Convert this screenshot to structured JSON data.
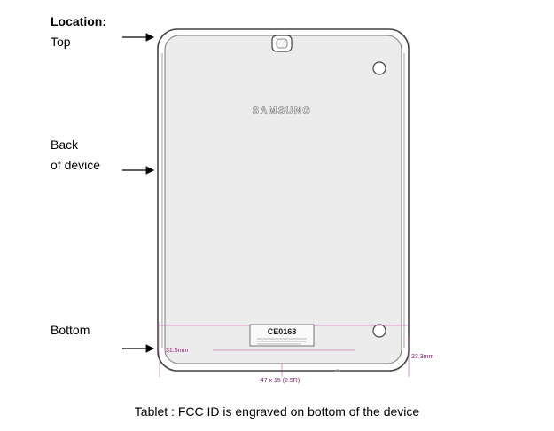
{
  "labels": {
    "heading": "Location:",
    "top": "Top",
    "back_line1": "Back",
    "back_line2": "of device",
    "bottom": "Bottom"
  },
  "device": {
    "brand": "SAMSUNG",
    "regulatory_marks": "CE0168",
    "dim_left": "31.5mm",
    "dim_right": "23.3mm",
    "dim_label_size": "47 x 15 (2.5R)"
  },
  "caption": "Tablet : FCC ID is engraved on bottom of the device",
  "colors": {
    "dimension": "#b0127a",
    "outline": "#444444",
    "body_fill": "#ececec"
  }
}
